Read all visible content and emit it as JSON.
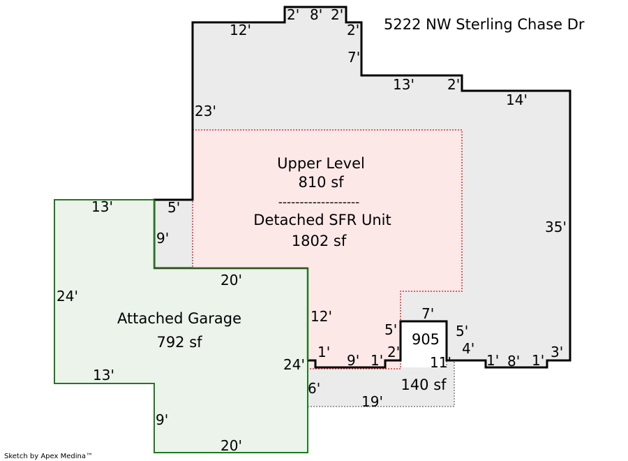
{
  "address": "5222 NW Sterling Chase Dr",
  "credit": "Sketch by Apex Medina™",
  "main_area": {
    "title": "Upper Level",
    "area": "810 sf",
    "divider": "-------------------",
    "subtitle": "Detached SFR Unit",
    "subtitle_area": "1802 sf"
  },
  "garage": {
    "title": "Attached Garage",
    "area": "792 sf"
  },
  "patio_area": "140 sf",
  "porch_area": "905",
  "dimensions": {
    "top_2a": "2'",
    "top_8": "8'",
    "top_2b": "2'",
    "top_12": "12'",
    "top_2c": "2'",
    "top_7": "7'",
    "top_13": "13'",
    "top_2d": "2'",
    "top_14": "14'",
    "left_23": "23'",
    "right_35": "35'",
    "step_5": "5'",
    "step_9": "9'",
    "garage_13_top": "13'",
    "garage_24": "24'",
    "garage_20_top": "20'",
    "garage_13_bottom": "13'",
    "garage_9": "9'",
    "garage_20_bottom": "20'",
    "mid_12": "12'",
    "mid_24": "24'",
    "mid_1": "1'",
    "mid_9": "9'",
    "mid_1b": "1'",
    "mid_2": "2'",
    "mid_5a": "5'",
    "mid_7": "7'",
    "mid_5b": "5'",
    "mid_4": "4'",
    "mid_11": "11'",
    "bot_1a": "1'",
    "bot_8": "8'",
    "bot_1b": "1'",
    "bot_3": "3'",
    "patio_6": "6'",
    "patio_19": "19'"
  },
  "colors": {
    "house_fill": "#ebebeb",
    "house_stroke": "#000000",
    "upper_fill": "#fde8e8",
    "upper_stroke": "#e03030",
    "garage_fill": "#ebf3eb",
    "garage_stroke": "#1e7a1e",
    "patio_stroke": "#888888"
  }
}
